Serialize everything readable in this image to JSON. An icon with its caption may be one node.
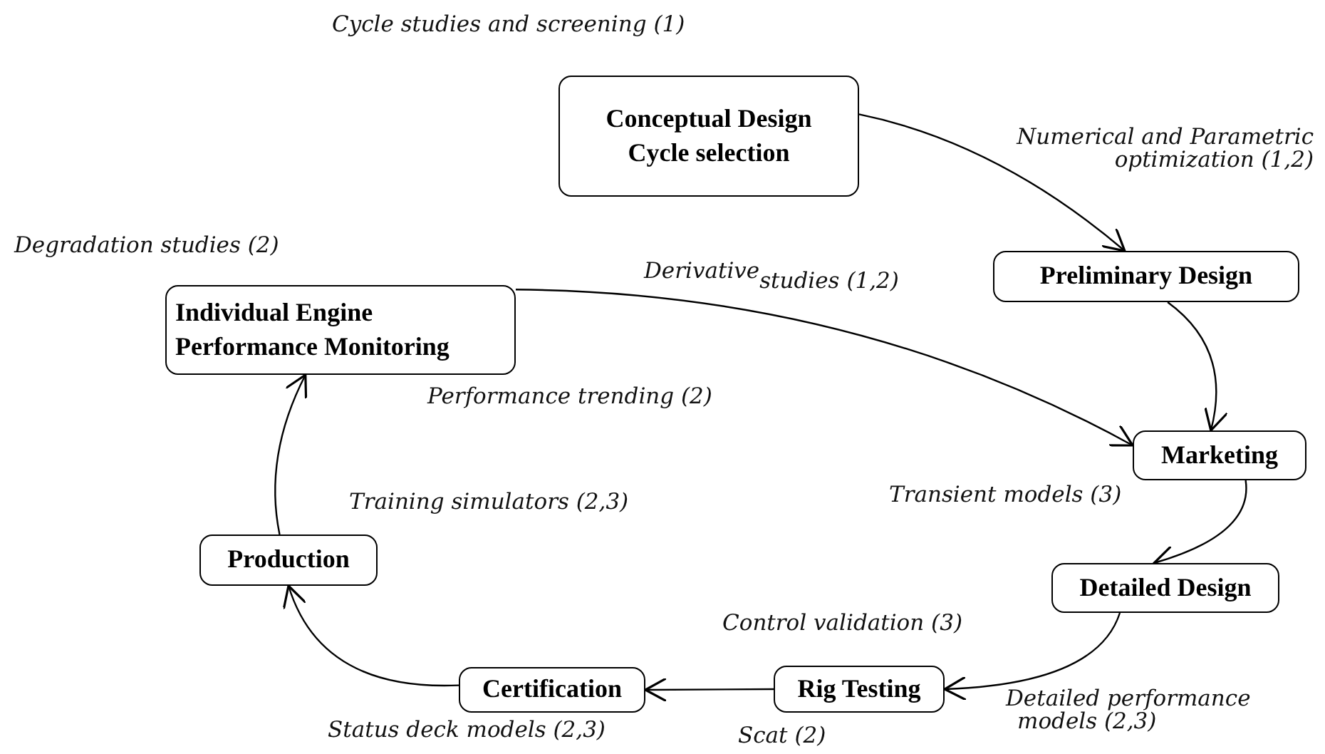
{
  "diagram": {
    "nodes": [
      {
        "text": [
          "Conceptual Design",
          "Cycle selection"
        ]
      },
      {
        "text": [
          "Preliminary Design"
        ]
      },
      {
        "text": [
          "Individual Engine Performance Monitoring"
        ]
      },
      {
        "text": [
          "Marketing"
        ]
      },
      {
        "text": [
          "Detailed Design"
        ]
      },
      {
        "text": [
          "Production"
        ]
      },
      {
        "text": [
          "Certification"
        ]
      },
      {
        "text": [
          "Rig Testing"
        ]
      }
    ],
    "edges": [
      {
        "from": 0,
        "to": 1,
        "arrow": "to"
      },
      {
        "from": 1,
        "to": 3,
        "arrow": "to"
      },
      {
        "from": 2,
        "to": 3,
        "arrow": "to"
      },
      {
        "from": 3,
        "to": 4,
        "arrow": "to"
      },
      {
        "from": 4,
        "to": 7,
        "arrow": "to"
      },
      {
        "from": 7,
        "to": 6,
        "arrow": "to"
      },
      {
        "from": 6,
        "to": 5,
        "arrow": "to"
      },
      {
        "from": 5,
        "to": 2,
        "arrow": "to"
      }
    ],
    "labels": [
      "Cycle studies and screening (1)",
      "Numerical and Parametric optimization (1,2)",
      "Degradation studies (2)",
      "Derivative$_{studies (1,2)}$",
      "Performance trending (2)",
      "Training simulators (2,3)",
      "Transient models (3)",
      "Control validation (3)",
      "Detailed performance models (2,3)",
      "Status deck models (2,3)",
      "Scat (2)"
    ]
  }
}
